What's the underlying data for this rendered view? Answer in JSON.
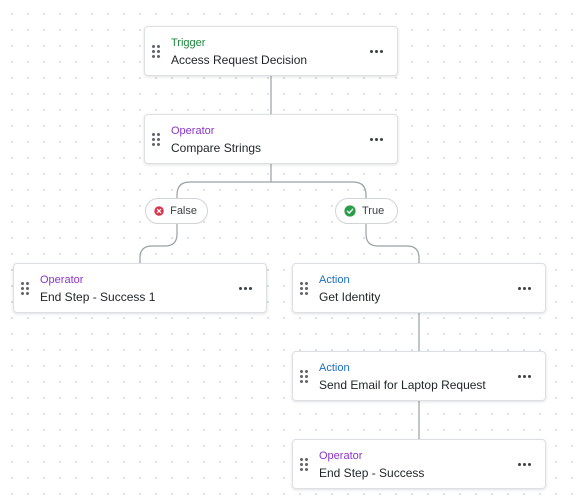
{
  "colors": {
    "trigger": "#1e8a3c",
    "operator": "#8a35c9",
    "action": "#1a6fc2",
    "false_icon": "#d9344a",
    "true_icon": "#2a9d4a",
    "connector": "#9aa0a6"
  },
  "nodes": [
    {
      "id": "trigger",
      "type": "Trigger",
      "title": "Access Request Decision",
      "icon": "drag-handle-icon"
    },
    {
      "id": "compare",
      "type": "Operator",
      "title": "Compare Strings",
      "icon": "drag-handle-icon"
    },
    {
      "id": "end-success-1",
      "type": "Operator",
      "title": "End Step - Success 1",
      "icon": "drag-handle-icon"
    },
    {
      "id": "get-identity",
      "type": "Action",
      "title": "Get Identity",
      "icon": "drag-handle-icon"
    },
    {
      "id": "send-email",
      "type": "Action",
      "title": "Send Email for Laptop Request",
      "icon": "drag-handle-icon"
    },
    {
      "id": "end-success",
      "type": "Operator",
      "title": "End Step - Success",
      "icon": "drag-handle-icon"
    }
  ],
  "branches": {
    "false": {
      "label": "False",
      "icon": "x-circle-icon"
    },
    "true": {
      "label": "True",
      "icon": "check-circle-icon"
    }
  }
}
